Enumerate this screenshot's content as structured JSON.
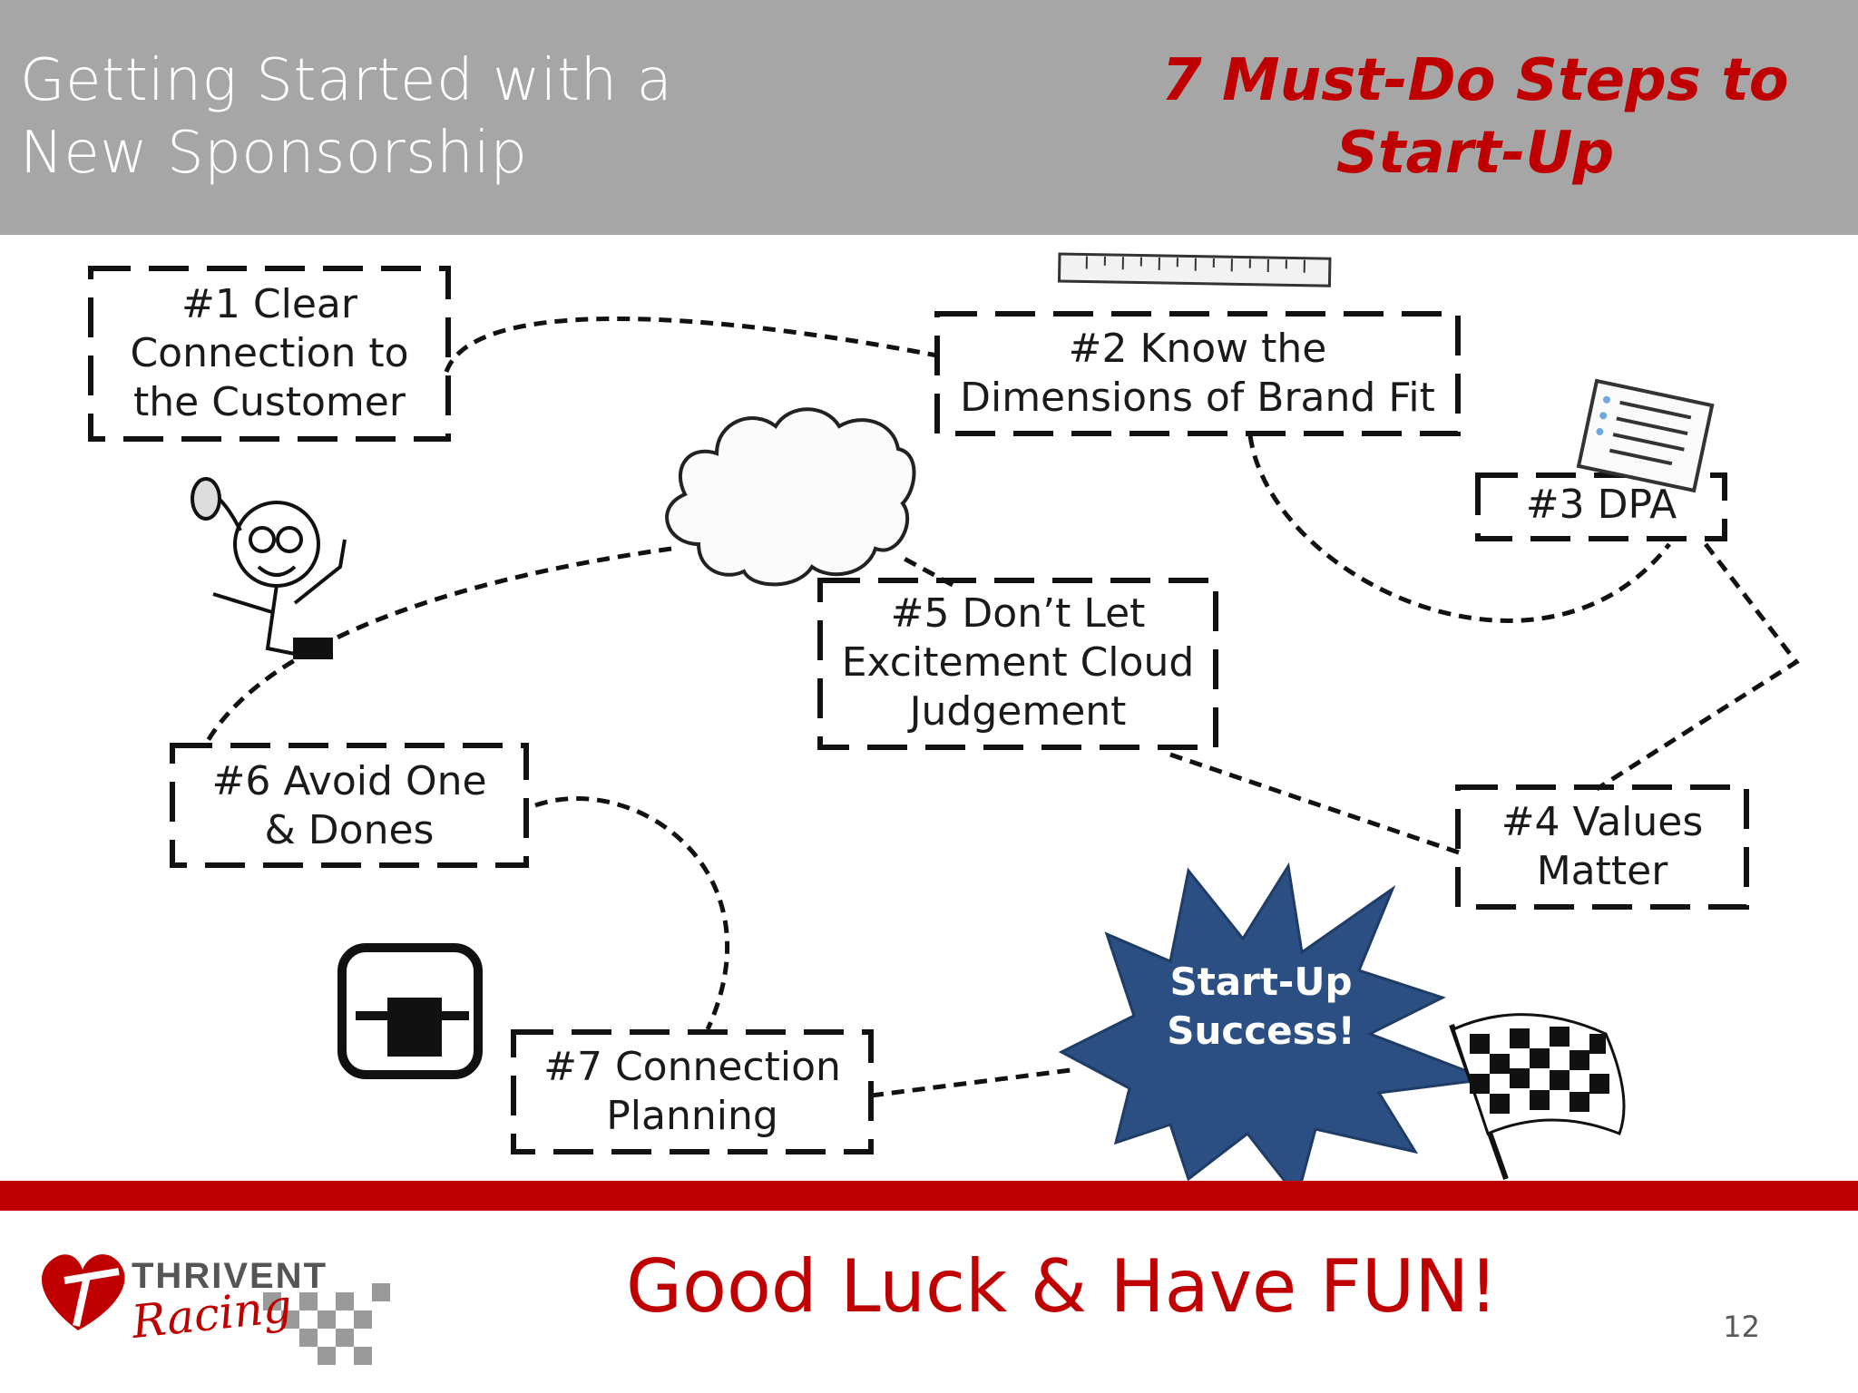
{
  "header": {
    "title_line1": "Getting Started with a",
    "title_line2": "New Sponsorship",
    "subtitle_line1": "7 Must-Do Steps to",
    "subtitle_line2": "Start-Up"
  },
  "steps": [
    {
      "line1": "#1 Clear",
      "line2": "Connection to",
      "line3": "the Customer"
    },
    {
      "line1": "#2 Know the",
      "line2": "Dimensions of Brand Fit"
    },
    {
      "line1": "#3 DPA"
    },
    {
      "line1": "#4 Values",
      "line2": "Matter"
    },
    {
      "line1": "#5 Don’t Let",
      "line2": "Excitement Cloud",
      "line3": "Judgement"
    },
    {
      "line1": "#6 Avoid One",
      "line2": "& Dones"
    },
    {
      "line1": "#7 Connection",
      "line2": "Planning"
    }
  ],
  "burst": {
    "line1": "Start-Up",
    "line2": "Success!",
    "color": "#2b4f82"
  },
  "footer": {
    "message": "Good Luck & Have FUN!",
    "page_number": "12",
    "logo_word": "THRIVENT",
    "logo_script": "Racing"
  },
  "colors": {
    "header_bg": "#a6a6a6",
    "accent_red": "#c00000",
    "burst_blue": "#2b4f82"
  },
  "icons": [
    "ruler-icon",
    "document-icon",
    "cartoon-man-icon",
    "cloud-icon",
    "plug-icon",
    "checkered-flag-icon"
  ]
}
